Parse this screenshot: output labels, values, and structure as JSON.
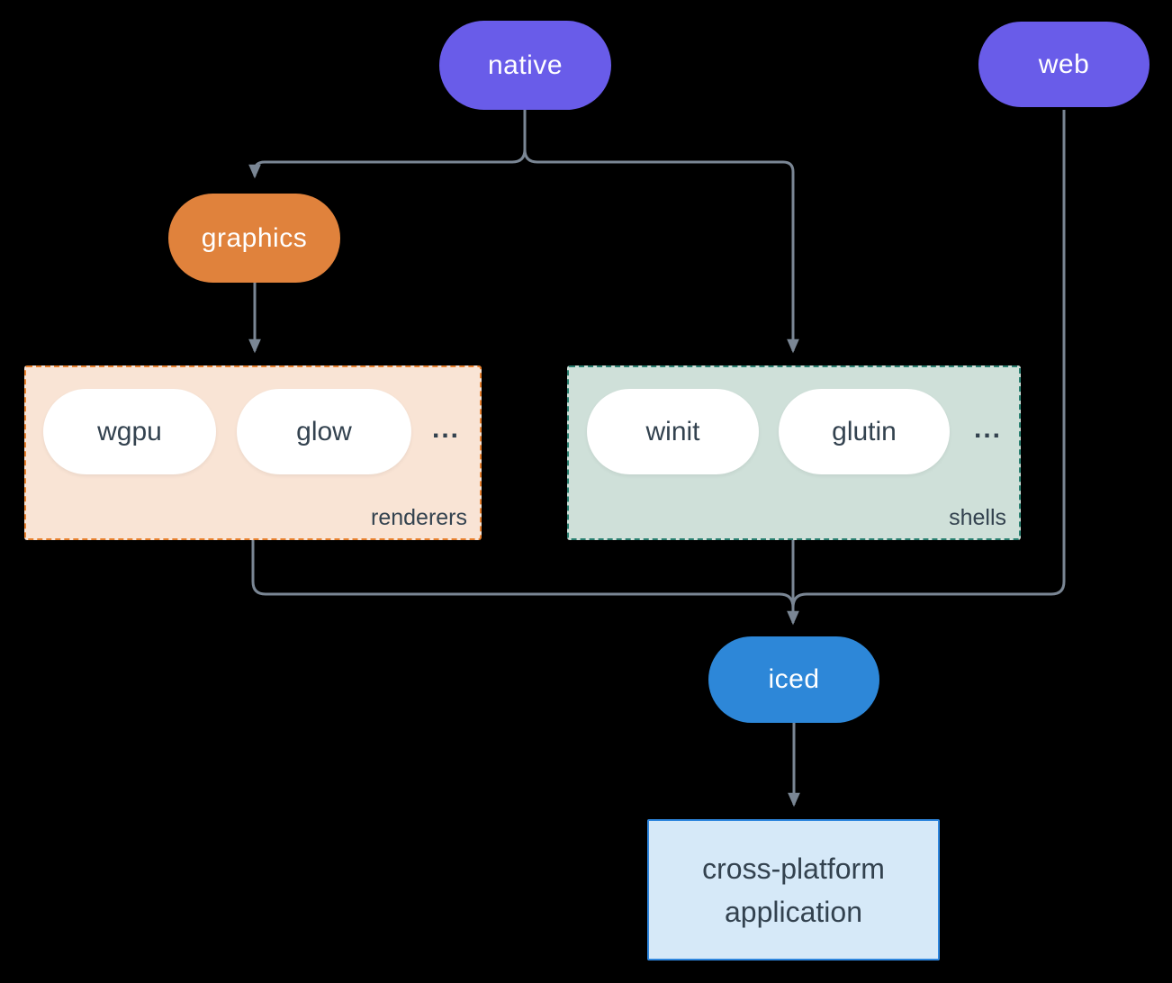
{
  "diagram": {
    "background": "#000000",
    "connector_color": "#7a8694",
    "pill_text_color": "#33424f",
    "nodes": {
      "native": {
        "label": "native",
        "color": "#695ce9"
      },
      "web": {
        "label": "web",
        "color": "#695ce9"
      },
      "graphics": {
        "label": "graphics",
        "color": "#e0823c"
      },
      "iced": {
        "label": "iced",
        "color": "#2d87d8"
      }
    },
    "groups": {
      "renderers": {
        "label": "renderers",
        "items": [
          "wgpu",
          "glow"
        ],
        "ellipsis": "...",
        "fill": "#f9e4d5",
        "border": "#e8812f"
      },
      "shells": {
        "label": "shells",
        "items": [
          "winit",
          "glutin"
        ],
        "ellipsis": "...",
        "fill": "#cfe0d9",
        "border": "#2b8071"
      }
    },
    "app_box": {
      "line1": "cross-platform",
      "line2": "application",
      "fill": "#d6e9f8",
      "border": "#2e86de"
    }
  }
}
